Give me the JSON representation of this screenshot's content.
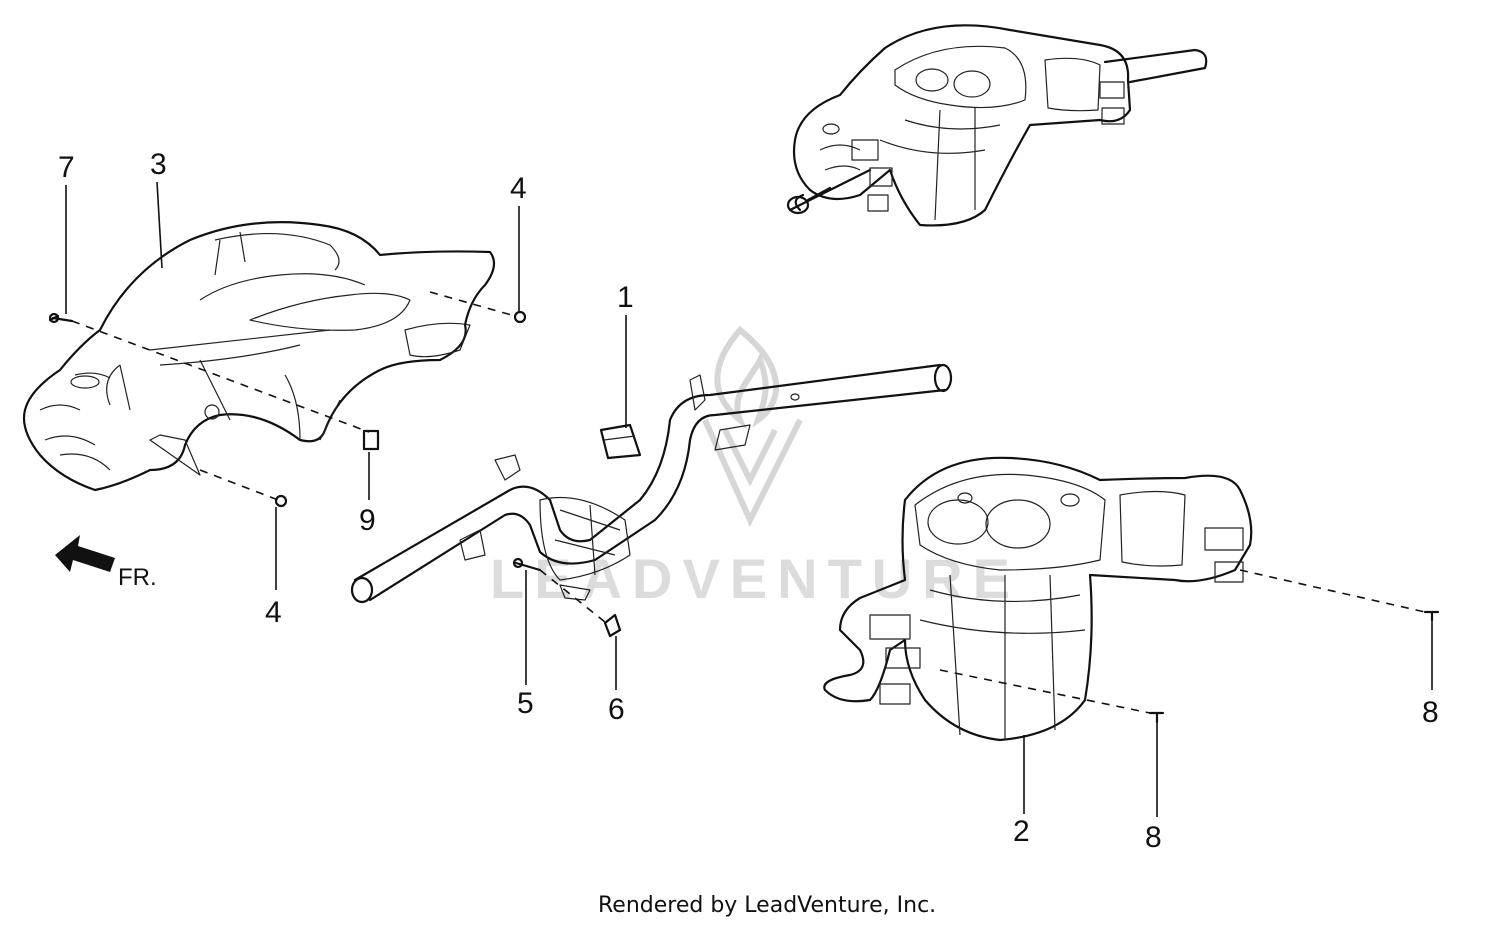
{
  "callouts": {
    "c1": "1",
    "c2": "2",
    "c3": "3",
    "c4a": "4",
    "c4b": "4",
    "c5": "5",
    "c6": "6",
    "c7": "7",
    "c8a": "8",
    "c8b": "8",
    "c9": "9"
  },
  "direction_label": "FR.",
  "watermark": "LEADVENTURE",
  "footer": "Rendered by LeadVenture, Inc.",
  "icons": {
    "direction": "arrow-left-icon",
    "watermark_logo": "flame-v-logo-icon"
  }
}
